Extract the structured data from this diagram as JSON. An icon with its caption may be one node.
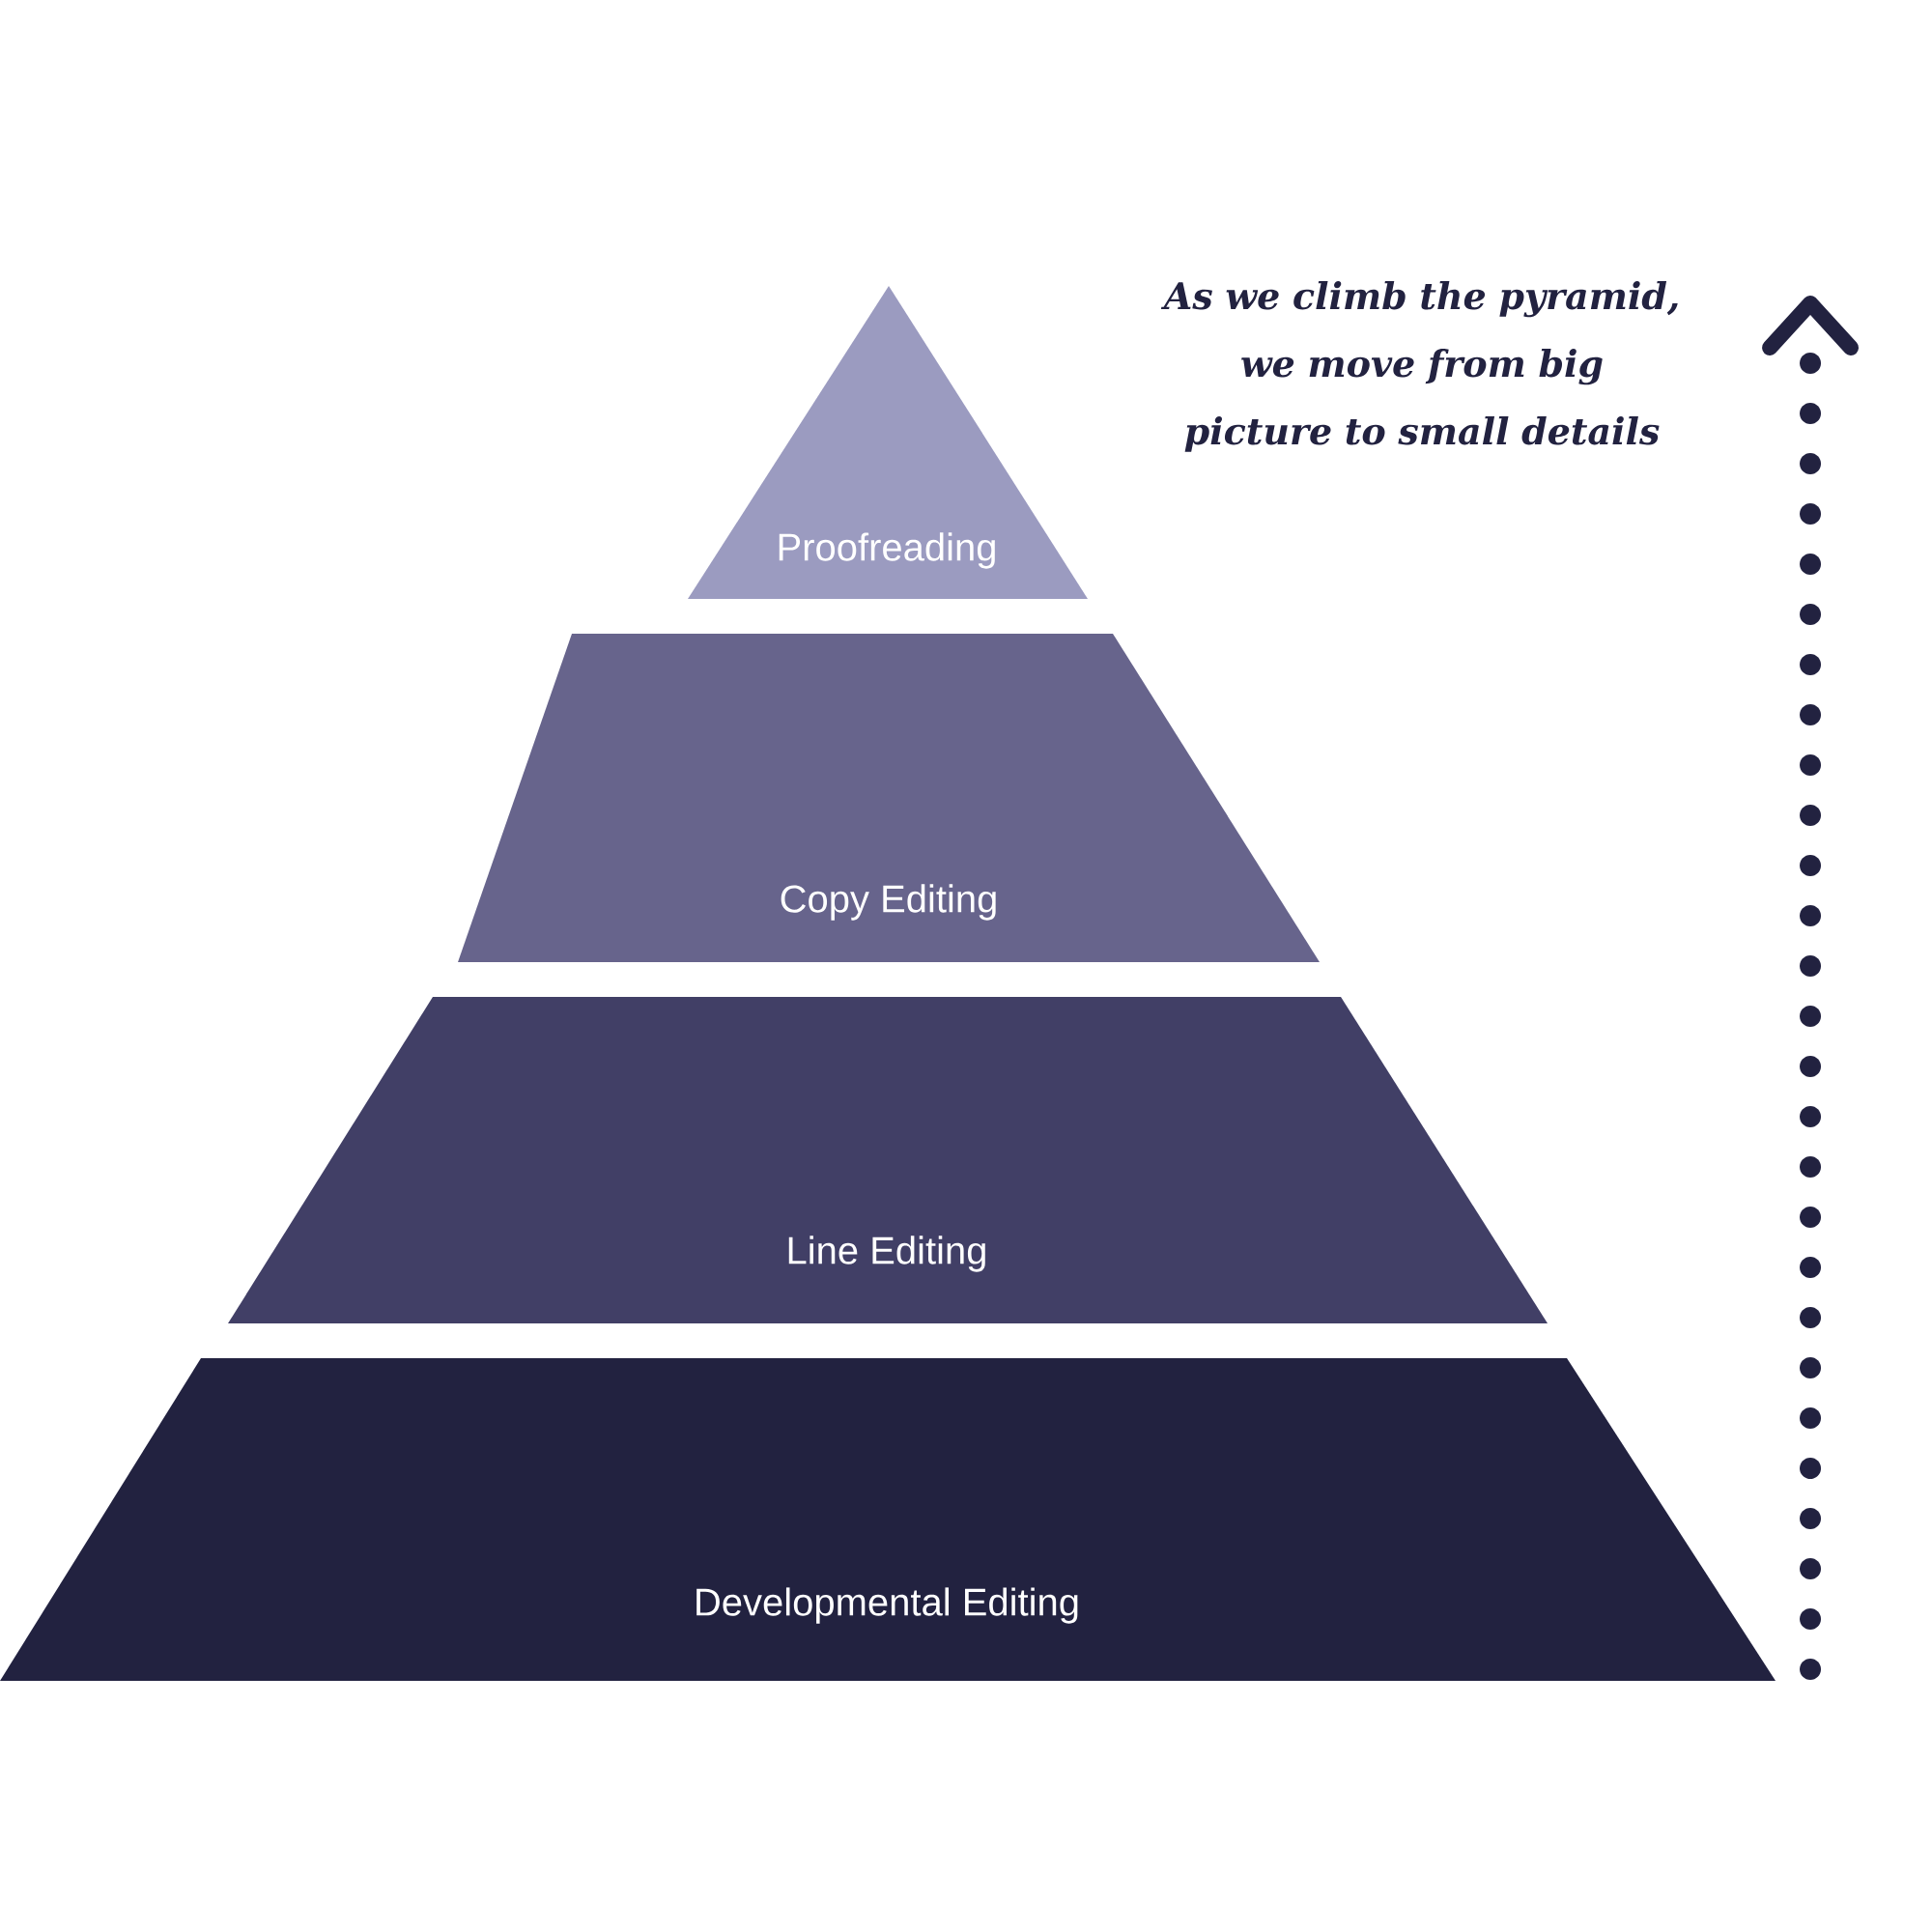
{
  "diagram": {
    "nodes": [
      {
        "text": [
          "Proofreading"
        ]
      },
      {
        "text": [
          "Copy Editing"
        ]
      },
      {
        "text": [
          "Line Editing"
        ]
      },
      {
        "text": [
          "Developmental Editing"
        ]
      }
    ],
    "labels": [
      "As we climb the pyramid, we move from big picture to small details"
    ]
  }
}
